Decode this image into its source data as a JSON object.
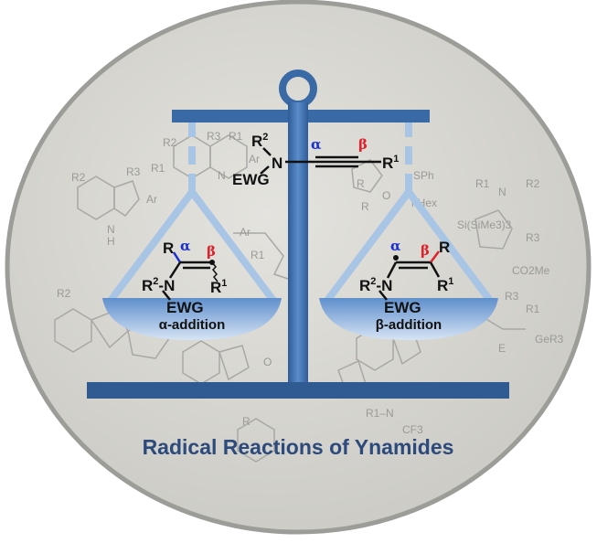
{
  "title": "Radical Reactions of Ynamides",
  "colors": {
    "beam": "#3a6aa6",
    "beam_light": "#a9c5e6",
    "alpha": "#1a2fd0",
    "beta": "#e0202a",
    "title": "#2c4a7c"
  },
  "ynamide": {
    "r2": "R",
    "r2_sup": "2",
    "n": "N",
    "ewg": "EWG",
    "alpha": "α",
    "beta": "β",
    "r1": "R",
    "r1_sup": "1"
  },
  "left_pan": {
    "label": "α-addition",
    "r": "R",
    "alpha": "α",
    "beta": "β",
    "r2n": "R",
    "r2n_sup": "2",
    "r2n_tail": "-N",
    "r1": "R",
    "r1_sup": "1",
    "ewg": "EWG"
  },
  "right_pan": {
    "label": "β-addition",
    "r": "R",
    "alpha": "α",
    "beta": "β",
    "r2n": "R",
    "r2n_sup": "2",
    "r2n_tail": "-N",
    "r1": "R",
    "r1_sup": "1",
    "ewg": "EWG"
  },
  "background_labels": [
    "R2",
    "R3",
    "R1",
    "Ar",
    "N",
    "H",
    "R3",
    "R1",
    "Ar",
    "N",
    "R2",
    "R1",
    "Ar",
    "R",
    "SPh",
    "nHex",
    "R",
    "N",
    "R1",
    "R2",
    "R3",
    "CO2Me",
    "R3",
    "R1",
    "GeR3",
    "E",
    "R1–N",
    "CF3",
    "Si(SiMe3)3",
    "R2",
    "R",
    "O",
    "O"
  ]
}
